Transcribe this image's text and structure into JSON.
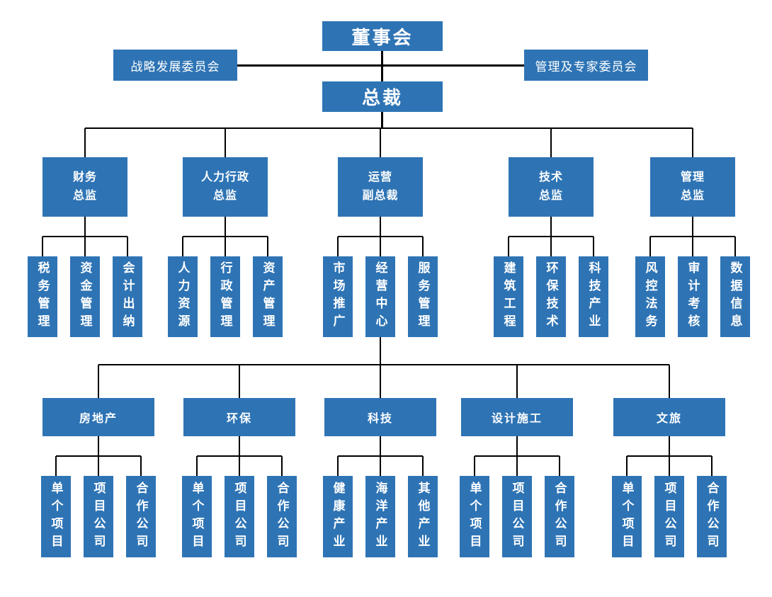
{
  "colors": {
    "box": "#2e74b5",
    "line": "#000000",
    "text": "#ffffff",
    "background": "#ffffff"
  },
  "org": {
    "board": "董事会",
    "president": "总裁",
    "committees": {
      "left": "战略发展委员会",
      "right": "管理及专家委员会"
    },
    "departments": [
      {
        "name": "finance-director",
        "label": "财务\n总监",
        "children": [
          {
            "name": "tax-management",
            "label": "税务管理"
          },
          {
            "name": "fund-management",
            "label": "资金管理"
          },
          {
            "name": "accounting-cashier",
            "label": "会计出纳"
          }
        ]
      },
      {
        "name": "hr-admin-director",
        "label": "人力行政\n总监",
        "children": [
          {
            "name": "human-resources",
            "label": "人力资源"
          },
          {
            "name": "admin-management",
            "label": "行政管理"
          },
          {
            "name": "asset-management",
            "label": "资产管理"
          }
        ]
      },
      {
        "name": "operations-vp",
        "label": "运营\n副总裁",
        "children": [
          {
            "name": "marketing",
            "label": "市场推广"
          },
          {
            "name": "business-center",
            "label": "经营中心"
          },
          {
            "name": "service-management",
            "label": "服务管理"
          }
        ]
      },
      {
        "name": "tech-director",
        "label": "技术\n总监",
        "children": [
          {
            "name": "construction-engineering",
            "label": "建筑工程"
          },
          {
            "name": "environmental-technology",
            "label": "环保技术"
          },
          {
            "name": "technology-industry",
            "label": "科技产业"
          }
        ]
      },
      {
        "name": "management-director",
        "label": "管理\n总监",
        "children": [
          {
            "name": "risk-legal",
            "label": "风控法务"
          },
          {
            "name": "audit-assessment",
            "label": "审计考核"
          },
          {
            "name": "data-information",
            "label": "数据信息"
          }
        ]
      }
    ],
    "business_units": [
      {
        "name": "real-estate",
        "label": "房地产",
        "children": [
          {
            "name": "single-project",
            "label": "单个项目"
          },
          {
            "name": "project-company",
            "label": "项目公司"
          },
          {
            "name": "partner-company",
            "label": "合作公司"
          }
        ]
      },
      {
        "name": "environmental",
        "label": "环保",
        "children": [
          {
            "name": "single-project",
            "label": "单个项目"
          },
          {
            "name": "project-company",
            "label": "项目公司"
          },
          {
            "name": "partner-company",
            "label": "合作公司"
          }
        ]
      },
      {
        "name": "technology",
        "label": "科技",
        "children": [
          {
            "name": "health-industry",
            "label": "健康产业"
          },
          {
            "name": "marine-industry",
            "label": "海洋产业"
          },
          {
            "name": "other-industries",
            "label": "其他产业"
          }
        ]
      },
      {
        "name": "design-construction",
        "label": "设计施工",
        "children": [
          {
            "name": "single-project",
            "label": "单个项目"
          },
          {
            "name": "project-company",
            "label": "项目公司"
          },
          {
            "name": "partner-company",
            "label": "合作公司"
          }
        ]
      },
      {
        "name": "culture-tourism",
        "label": "文旅",
        "children": [
          {
            "name": "single-project",
            "label": "单个项目"
          },
          {
            "name": "project-company",
            "label": "项目公司"
          },
          {
            "name": "partner-company",
            "label": "合作公司"
          }
        ]
      }
    ]
  }
}
